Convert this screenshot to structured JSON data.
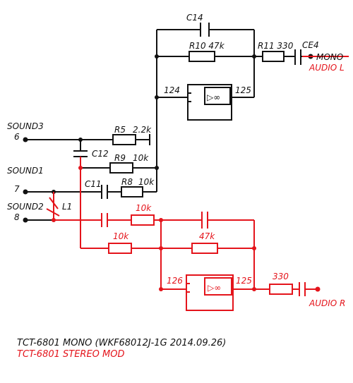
{
  "colors": {
    "black": "#111111",
    "red": "#e4141b"
  },
  "labels": {
    "c14": "C14",
    "r10": "R10 47k",
    "r11": "R11 330",
    "ce4": "CE4",
    "mono": "MONO",
    "audio_l": "AUDIO L",
    "pin124": "124",
    "pin125_top": "125",
    "sound3": "SOUND3",
    "pin6": "6",
    "r5": "R5",
    "r5v": "2.2k",
    "c12": "C12",
    "r9": "R9",
    "r9v": "10k",
    "sound1": "SOUND1",
    "pin7": "7",
    "c11": "C11",
    "r8": "R8",
    "r8v": "10k",
    "sound2": "SOUND2",
    "pin8": "8",
    "l1": "L1",
    "red_r1": "10k",
    "red_r2": "10k",
    "red_r3": "47k",
    "pin126": "126",
    "pin125_bot": "125",
    "red_r4": "330",
    "audio_r": "AUDIO R",
    "amp_symbol": "▷∞",
    "caption_mono": "TCT-6801 MONO (WKF68012J-1G 2014.09.26)",
    "caption_stereo": "TCT-6801 STEREO MOD"
  }
}
